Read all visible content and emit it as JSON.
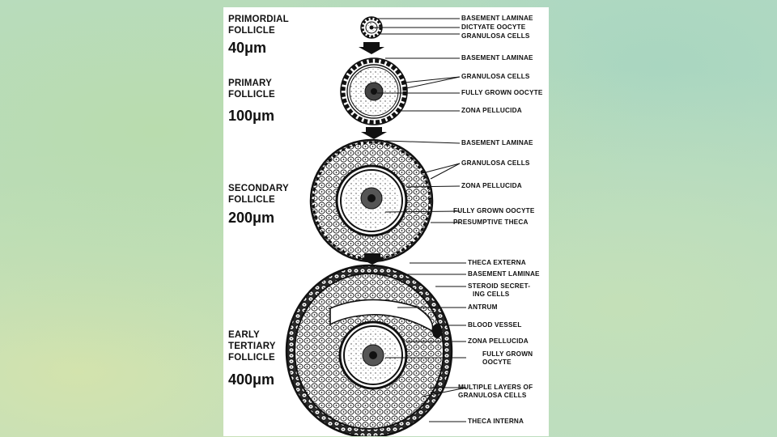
{
  "stages": [
    {
      "name_line1": "PRIMORDIAL",
      "name_line2": "FOLLICLE",
      "name_line3": "",
      "size": "40μm"
    },
    {
      "name_line1": "PRIMARY",
      "name_line2": "FOLLICLE",
      "name_line3": "",
      "size": "100μm"
    },
    {
      "name_line1": "SECONDARY",
      "name_line2": "FOLLICLE",
      "name_line3": "",
      "size": "200μm"
    },
    {
      "name_line1": "EARLY",
      "name_line2": "TERTIARY",
      "name_line3": "FOLLICLE",
      "size": "400μm"
    }
  ],
  "labels": {
    "primordial": [
      "BASEMENT LAMINAE",
      "DICTYATE OOCYTE",
      "GRANULOSA CELLS"
    ],
    "primary": [
      "BASEMENT LAMINAE",
      "GRANULOSA CELLS",
      "FULLY GROWN OOCYTE",
      "ZONA PELLUCIDA"
    ],
    "secondary": [
      "BASEMENT LAMINAE",
      "GRANULOSA CELLS",
      "ZONA PELLUCIDA",
      "FULLY GROWN OOCYTE",
      "PRESUMPTIVE THECA"
    ],
    "tertiary": {
      "theca_externa": "THECA EXTERNA",
      "basement_laminae": "BASEMENT LAMINAE",
      "steroid_1": "STEROID SECRET-",
      "steroid_2": "ING CELLS",
      "antrum": "ANTRUM",
      "blood_vessel": "BLOOD VESSEL",
      "zona": "ZONA PELLUCIDA",
      "oocyte_1": "FULLY GROWN",
      "oocyte_2": "OOCYTE",
      "multi_1": "MULTIPLE LAYERS OF",
      "multi_2": "GRANULOSA CELLS",
      "theca_interna": "THECA INTERNA"
    }
  }
}
